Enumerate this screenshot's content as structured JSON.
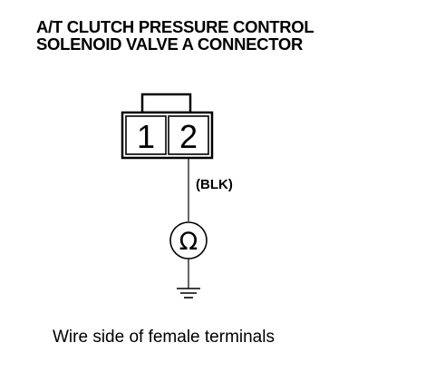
{
  "title": {
    "line1": "A/T CLUTCH PRESSURE CONTROL",
    "line2": "SOLENOID VALVE A CONNECTOR"
  },
  "connector": {
    "pin1": "1",
    "pin2": "2"
  },
  "wire": {
    "color_label": "(BLK)"
  },
  "meter": {
    "symbol": "Ω"
  },
  "caption": "Wire side of female terminals"
}
